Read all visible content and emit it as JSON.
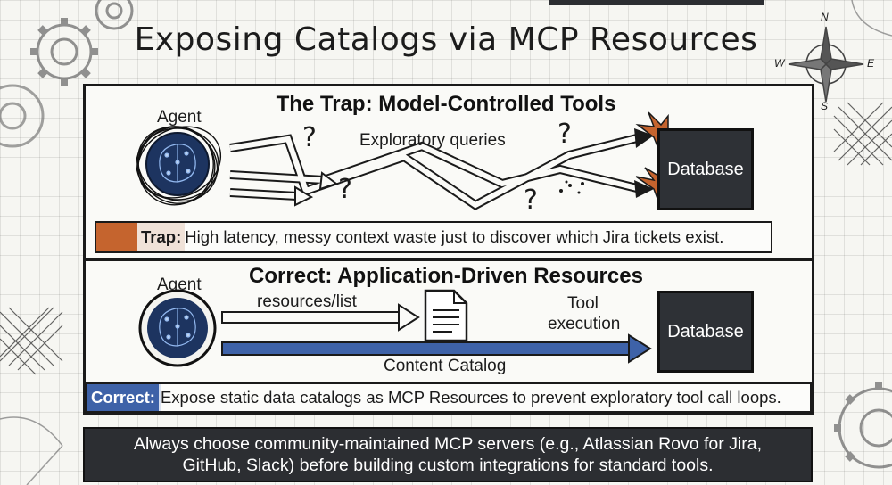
{
  "title": "Exposing Catalogs via MCP Resources",
  "compass": {
    "n": "N",
    "s": "S",
    "e": "E",
    "w": "W"
  },
  "trap": {
    "heading": "The Trap: Model-Controlled Tools",
    "agent_label": "Agent",
    "queries_label": "Exploratory queries",
    "database_label": "Database",
    "callout_tag": "Trap:",
    "callout_text": " High latency, messy context waste just to discover which Jira tickets exist."
  },
  "correct": {
    "heading": "Correct: Application-Driven Resources",
    "agent_label": "Agent",
    "list_label": "resources/list",
    "tool_label_1": "Tool",
    "tool_label_2": "execution",
    "catalog_label": "Content Catalog",
    "database_label": "Database",
    "callout_tag": "Correct:",
    "callout_text": " Expose static data catalogs as MCP Resources to prevent exploratory tool call loops."
  },
  "footer": {
    "line1": "Always choose community-maintained MCP servers (e.g., Atlassian Rovo for Jira,",
    "line2": "GitHub, Slack) before building custom integrations for standard tools."
  },
  "colors": {
    "trap_accent": "#c5642e",
    "correct_accent": "#3e62a8",
    "dark": "#2e3136"
  }
}
